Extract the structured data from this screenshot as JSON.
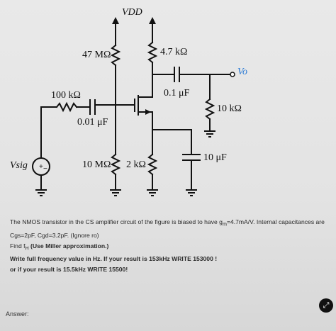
{
  "diagram": {
    "vdd_label": "VDD",
    "r_g1": "47 MΩ",
    "r_d": "4.7 kΩ",
    "c_out": "0.1 μF",
    "v_out": "Vo",
    "r_sig": "100 kΩ",
    "c_in": "0.01 μF",
    "r_l": "10 kΩ",
    "v_sig": "Vsig",
    "r_g2": "10 MΩ",
    "r_s": "2 kΩ",
    "c_s": "10 μF"
  },
  "question": {
    "line1_pre": "The NMOS transistor in the CS amplifier circuit of the figure is biased to have g",
    "line1_sub": "m",
    "line1_post": "=4.7mA/V. Internal capacitances are",
    "line2": "Cgs=2pF, Cgd=3.2pF. (Ignore ro)",
    "line3_pre": "Find f",
    "line3_sub": "H",
    "line3_post": " (Use Miller approximation.)",
    "line4": "Write full frequency value in Hz. If your result is 153kHz WRITE 153000 !",
    "line5": "or if your result is 15.5kHz WRITE 15500!"
  },
  "answer_label": "Answer:",
  "expand_icon": "expand-icon"
}
